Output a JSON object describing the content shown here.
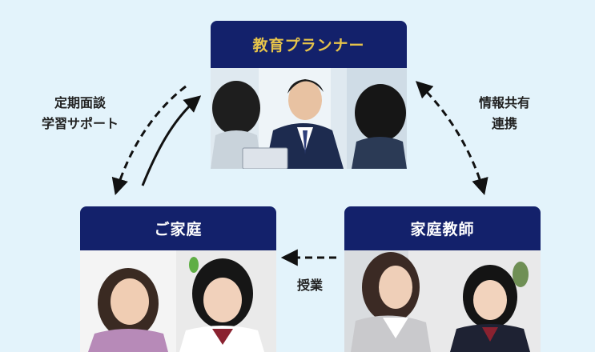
{
  "nodes": {
    "planner": {
      "title": "教育プランナー",
      "title_color": "#e6c34a"
    },
    "family": {
      "title": "ご家庭"
    },
    "tutor": {
      "title": "家庭教師"
    }
  },
  "edges": {
    "planner_family": [
      "定期面談",
      "学習サポート"
    ],
    "planner_tutor": [
      "情報共有",
      "連携"
    ],
    "tutor_family": [
      "授業"
    ]
  },
  "colors": {
    "background": "#e3f3fb",
    "header": "#13216b",
    "arrow": "#111111"
  }
}
